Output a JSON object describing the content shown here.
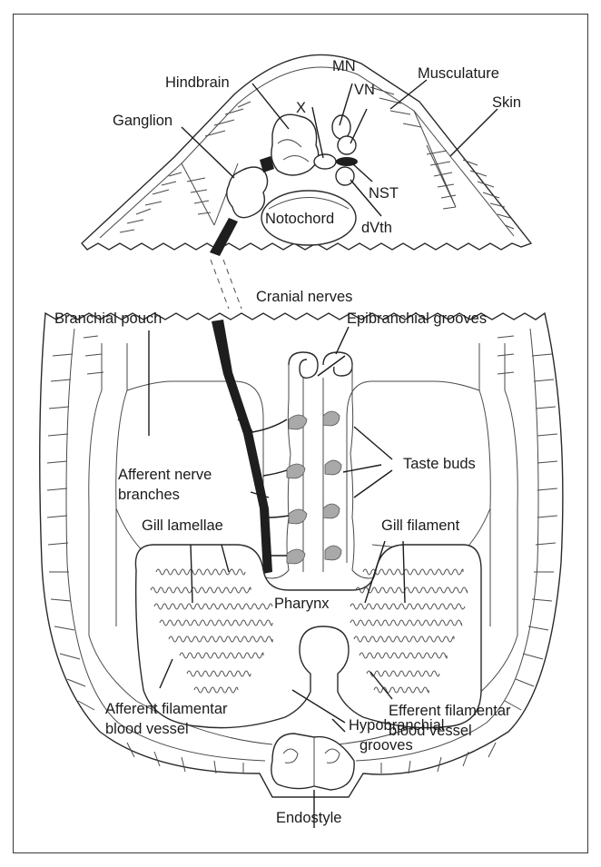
{
  "labels": {
    "mn": "MN",
    "vn": "VN",
    "hindbrain": "Hindbrain",
    "x": "X",
    "musculature": "Musculature",
    "skin": "Skin",
    "ganglion": "Ganglion",
    "nst": "NST",
    "notochord": "Notochord",
    "dvth": "dVth",
    "cranial_nerves": "Cranial nerves",
    "branchial_pouch": "Branchial pouch",
    "epibranchial_grooves": "Epibranchial grooves",
    "taste_buds": "Taste buds",
    "afferent_nerve_branches_1": "Afferent nerve",
    "afferent_nerve_branches_2": "branches",
    "gill_lamellae": "Gill lamellae",
    "gill_filament": "Gill filament",
    "pharynx": "Pharynx",
    "efferent_vessel_1": "Efferent filamentar",
    "efferent_vessel_2": "blood vessel",
    "afferent_vessel_1": "Afferent filamentar",
    "afferent_vessel_2": "blood vessel",
    "hypobranchial_1": "Hypobranchial",
    "hypobranchial_2": "grooves",
    "endostyle": "Endostyle"
  },
  "colors": {
    "line": "#1b1b1b",
    "nerve": "#1e1e1e",
    "taste_bud": "#a9a9a9",
    "background": "#ffffff"
  }
}
